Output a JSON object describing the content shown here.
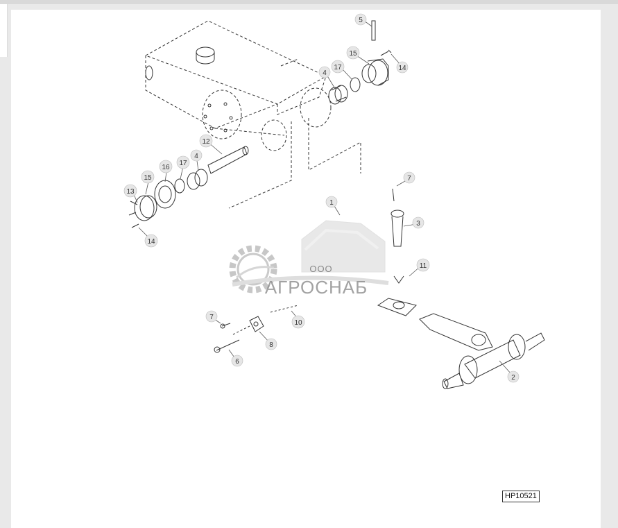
{
  "diagram": {
    "code_label": "HP10521",
    "callouts": [
      {
        "id": "c5a",
        "text": "5"
      },
      {
        "id": "c15a",
        "text": "15"
      },
      {
        "id": "c17a",
        "text": "17"
      },
      {
        "id": "c4a",
        "text": "4"
      },
      {
        "id": "c14a",
        "text": "14"
      },
      {
        "id": "c12",
        "text": "12"
      },
      {
        "id": "c4b",
        "text": "4"
      },
      {
        "id": "c17b",
        "text": "17"
      },
      {
        "id": "c16",
        "text": "16"
      },
      {
        "id": "c15b",
        "text": "15"
      },
      {
        "id": "c13",
        "text": "13"
      },
      {
        "id": "c14b",
        "text": "14"
      },
      {
        "id": "c7a",
        "text": "7"
      },
      {
        "id": "c1",
        "text": "1"
      },
      {
        "id": "c3",
        "text": "3"
      },
      {
        "id": "c11",
        "text": "11"
      },
      {
        "id": "c7b",
        "text": "7"
      },
      {
        "id": "c10",
        "text": "10"
      },
      {
        "id": "c8",
        "text": "8"
      },
      {
        "id": "c6",
        "text": "6"
      },
      {
        "id": "c2",
        "text": "2"
      }
    ]
  },
  "watermark": {
    "company_prefix": "ООО",
    "company_name": "АГРОСНАБ"
  }
}
